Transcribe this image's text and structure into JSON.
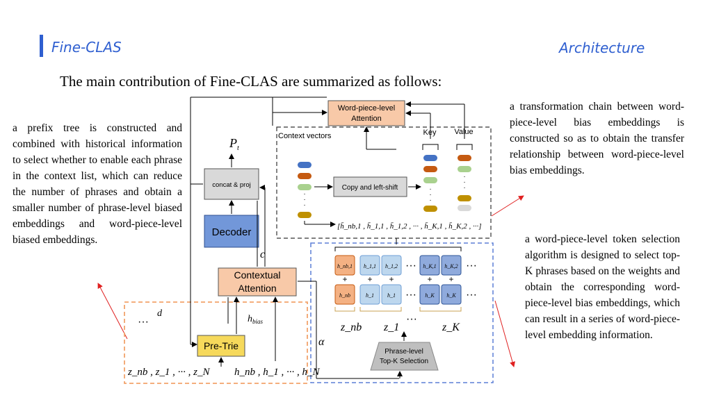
{
  "header": {
    "section_title": "Fine-CLAS",
    "section_right": "Architecture",
    "accent_color": "#2f5fd0"
  },
  "heading": "The main contribution of Fine-CLAS are summarized as follows:",
  "notes": {
    "left": "a prefix tree is constructed and combined with historical information to select whether to enable each phrase in the context list, which can reduce the number of phrases and obtain a smaller number of phrase-level biased embeddings and word-piece-level biased embeddings.",
    "top_right": "a transformation chain between word-piece-level bias embeddings is constructed so as to obtain the transfer relationship between word-piece-level bias embeddings.",
    "bottom_right": "a word-piece-level token selection algorithm is designed to select top-K phrases based on the weights and obtain the corresponding word-piece-level bias embeddings, which can result in a series of word-piece-level embedding information."
  },
  "diagram": {
    "word_piece_attention": [
      "Word-piece-level",
      "Attention"
    ],
    "context_vectors": "Context vectors",
    "copy_shift": "Copy and left-shift",
    "key": "Key",
    "value": "Value",
    "pt": "P",
    "pt_sub": "t",
    "concat": "concat & proj",
    "decoder": "Decoder",
    "contextual_attention": [
      "Contextual",
      "Attention"
    ],
    "pre_trie": "Pre-Trie",
    "c_label": "c",
    "d_label": "d",
    "h_bias": "h",
    "h_bias_sub": "bias",
    "alpha": "α",
    "ellipsis": "···",
    "z_seq": "z_nb , z_1 , ··· , z_N",
    "h_seq": "h_nb , h_1 , ··· , h_N",
    "shifted_seq": "[h̄_nb,1 , h̄_1,1 , h̄_1,2 , ··· , h̄_K,1 , h̄_K,2 , ···]",
    "phrase_topk": [
      "Phrase-level",
      "Top-K Selection"
    ],
    "top_tokens": [
      "h_nb,1",
      "h_1,1",
      "h_1,2",
      "h_K,1",
      "h_K,2"
    ],
    "bottom_tokens": [
      "h_nb",
      "h_1",
      "h_1",
      "h_K",
      "h_K"
    ],
    "z_labels": [
      "z_nb",
      "z_1",
      "z_K"
    ],
    "plus": "+"
  }
}
